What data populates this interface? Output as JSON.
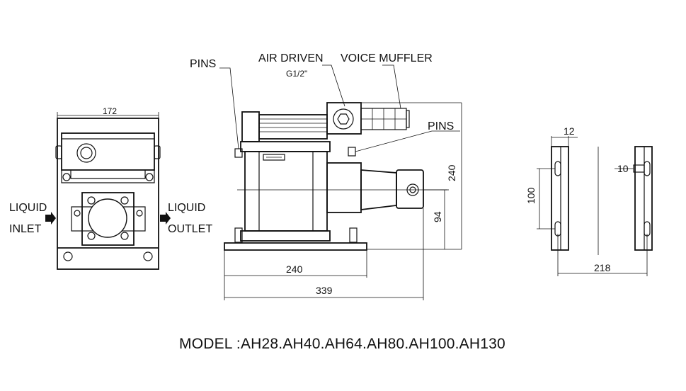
{
  "labels": {
    "pins_left": "PINS",
    "air_driven": "AIR DRIVEN",
    "air_port": "G1/2\"",
    "voice_muffler": "VOICE MUFFLER",
    "pins_right": "PINS",
    "liquid_inlet_1": "LIQUID",
    "liquid_inlet_2": "INLET",
    "liquid_outlet_1": "LIQUID",
    "liquid_outlet_2": "OUTLET"
  },
  "dimensions": {
    "front_width": "172",
    "side_height": "240",
    "side_center": "94",
    "base_width": "240",
    "overall_length": "339",
    "bracket_width": "12",
    "bracket_offset": "10",
    "bracket_hole_spacing": "100",
    "bracket_span": "218"
  },
  "model_text": "MODEL :AH28.AH40.AH64.AH80.AH100.AH130"
}
